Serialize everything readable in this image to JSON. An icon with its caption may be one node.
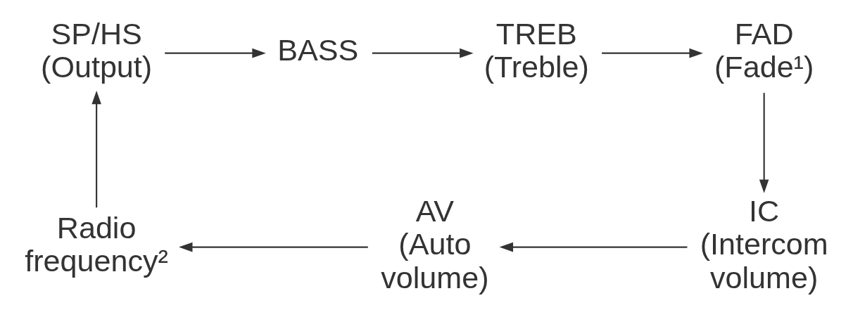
{
  "diagram": {
    "nodes": [
      {
        "text": [
          "SP/HS",
          "(Output)"
        ]
      },
      {
        "text": [
          "BASS"
        ]
      },
      {
        "text": [
          "TREB",
          "(Treble)"
        ]
      },
      {
        "text": [
          "FAD",
          "(Fade¹)"
        ]
      },
      {
        "text": [
          "IC",
          "(Intercom volume)"
        ]
      },
      {
        "text": [
          "AV",
          "(Auto volume)"
        ]
      },
      {
        "text": [
          "Radio frequency²"
        ]
      }
    ],
    "edges": [
      {
        "from": 0,
        "to": 1,
        "arrow": "to"
      },
      {
        "from": 1,
        "to": 2,
        "arrow": "to"
      },
      {
        "from": 2,
        "to": 3,
        "arrow": "to"
      },
      {
        "from": 3,
        "to": 4,
        "arrow": "to"
      },
      {
        "from": 4,
        "to": 5,
        "arrow": "to"
      },
      {
        "from": 5,
        "to": 6,
        "arrow": "to"
      },
      {
        "from": 6,
        "to": 0,
        "arrow": "to"
      }
    ]
  }
}
